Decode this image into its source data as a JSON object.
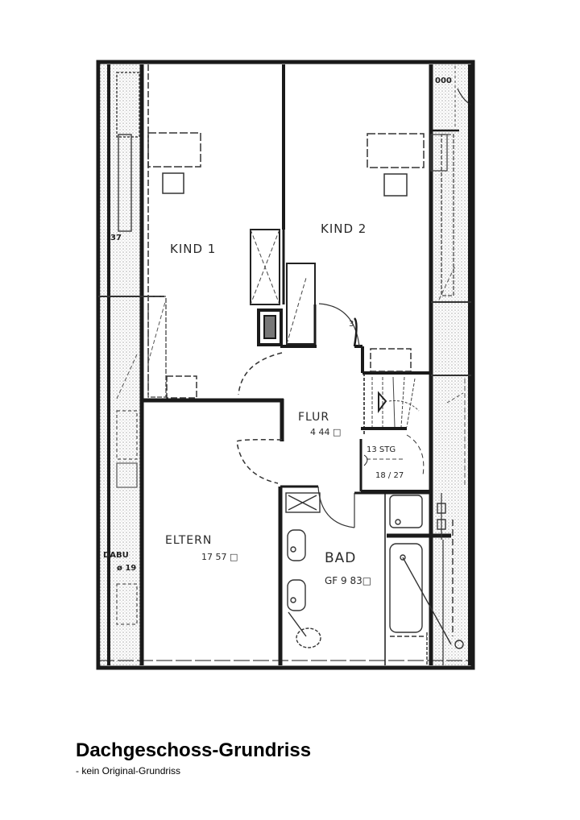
{
  "caption": {
    "title": "Dachgeschoss-Grundriss",
    "subtitle": "- kein Original-Grundriss"
  },
  "rooms": [
    {
      "id": "kind1",
      "name": "KIND 1",
      "area": ""
    },
    {
      "id": "kind2",
      "name": "KIND 2",
      "area": ""
    },
    {
      "id": "flur",
      "name": "FLUR",
      "area": "4 44 □"
    },
    {
      "id": "eltern",
      "name": "ELTERN",
      "area": "17 57 □"
    },
    {
      "id": "bad",
      "name": "BAD",
      "area": "GF 9 83□"
    }
  ],
  "stairs": {
    "steps_label": "13 STG",
    "ratio_label": "18 / 27",
    "direction_marker": "◁"
  },
  "annotations": {
    "dim_37": "37",
    "chimney_label": "DABU",
    "diameter_label": "ø 19",
    "door_number": "3",
    "vent_label": "000"
  },
  "colors": {
    "ink": "#1a1a1a",
    "background": "#ffffff",
    "hatch": "#555555"
  }
}
